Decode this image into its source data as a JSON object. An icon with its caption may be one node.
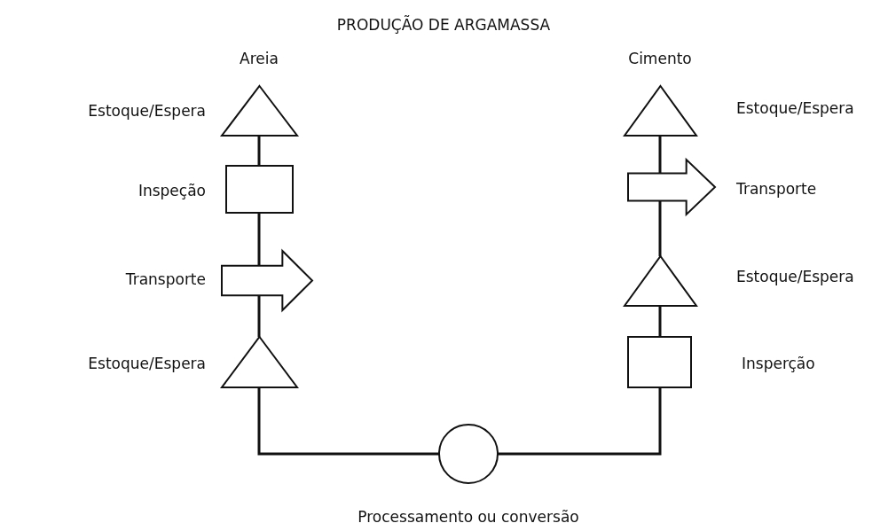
{
  "diagram": {
    "title": "PRODUÇÃO DE ARGAMASSA",
    "nodes": [
      {
        "text": [],
        "shape": "triangle",
        "beside": [
          "Estoque/Espera"
        ]
      },
      {
        "text": [],
        "shape": "box",
        "beside": [
          "Inspeção"
        ]
      },
      {
        "text": [],
        "shape": "arrow",
        "beside": [
          "Transporte"
        ]
      },
      {
        "text": [],
        "shape": "triangle",
        "beside": [
          "Estoque/Espera"
        ]
      },
      {
        "text": [],
        "shape": "triangle",
        "beside": [
          "Estoque/Espera"
        ]
      },
      {
        "text": [],
        "shape": "arrow",
        "beside": [
          "Transporte"
        ]
      },
      {
        "text": [],
        "shape": "triangle",
        "beside": [
          "Estoque/Espera"
        ]
      },
      {
        "text": [],
        "shape": "box",
        "beside": [
          "Insperção"
        ]
      },
      {
        "text": [],
        "shape": "circle",
        "beside": [
          "Processamento ou conversão"
        ]
      }
    ],
    "edges": [
      {
        "from": 0,
        "to": 1,
        "arrow": "none"
      },
      {
        "from": 1,
        "to": 2,
        "arrow": "none"
      },
      {
        "from": 2,
        "to": 3,
        "arrow": "none"
      },
      {
        "from": 3,
        "to": 8,
        "arrow": "none"
      },
      {
        "from": 4,
        "to": 5,
        "arrow": "none"
      },
      {
        "from": 5,
        "to": 6,
        "arrow": "none"
      },
      {
        "from": 6,
        "to": 7,
        "arrow": "none"
      },
      {
        "from": 7,
        "to": 8,
        "arrow": "none"
      }
    ],
    "labels": [
      "Areia",
      "Cimento"
    ]
  }
}
